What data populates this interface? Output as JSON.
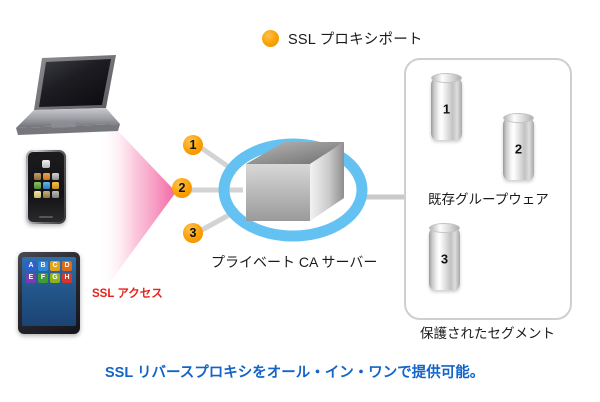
{
  "diagram": {
    "legend": {
      "dot_color": "#f9a000",
      "label": "SSL プロキシポート"
    },
    "devices": {
      "laptop": {
        "name": "laptop"
      },
      "phone": {
        "name": "smartphone"
      },
      "tablet": {
        "name": "tablet",
        "app_icons": [
          {
            "letter": "A",
            "color": "#2d5fd0"
          },
          {
            "letter": "B",
            "color": "#2f87d8"
          },
          {
            "letter": "C",
            "color": "#e2a415"
          },
          {
            "letter": "D",
            "color": "#e06a12"
          },
          {
            "letter": "E",
            "color": "#7b3bb5"
          },
          {
            "letter": "F",
            "color": "#3f9c35"
          },
          {
            "letter": "G",
            "color": "#8cb317"
          },
          {
            "letter": "H",
            "color": "#d6352b"
          }
        ]
      }
    },
    "access_label": "SSL アクセス",
    "ports": [
      {
        "number": "1"
      },
      {
        "number": "2"
      },
      {
        "number": "3"
      }
    ],
    "server": {
      "label": "プライベート CA サーバー",
      "ring_color": "#63c2f2"
    },
    "protected_panel": {
      "inner_label": "既存グループウェア",
      "bottom_label": "保護されたセグメント",
      "border_color": "#cfcfcf",
      "servers": [
        {
          "number": "1"
        },
        {
          "number": "2"
        },
        {
          "number": "3"
        }
      ]
    },
    "caption": {
      "text": "SSL リバースプロキシをオール・イン・ワンで提供可能。",
      "color": "#1464c8"
    }
  }
}
